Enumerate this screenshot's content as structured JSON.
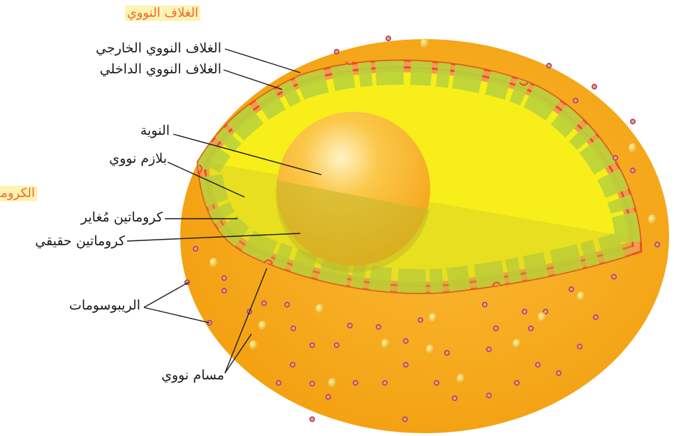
{
  "headers": {
    "envelope": "الغلاف النووي",
    "chromatin": "الكروماتين"
  },
  "labels": {
    "outer_envelope": "الغلاف النووي الخارجي",
    "inner_envelope": "الغلاف النووي الداخلي",
    "nucleolus": "النوية",
    "nucleoplasm": "بلازم نووي",
    "heterochromatin": "كروماتين مُغاير",
    "euchromatin": "كروماتين حقيقي",
    "ribosomes": "الريبوسومات",
    "nuclear_pore": "مسام نووي"
  },
  "colors": {
    "cytoplasm": "#f6a81a",
    "envelope_orange": "#ee5a1f",
    "envelope_rim": "#f39a54",
    "nucleus_yellow": "#f7ee1a",
    "chromatin_green": "#b9d33a",
    "nucleolus": "#f8b21c",
    "ribosome": "#b0468c",
    "header_text": "#ee6a2a",
    "header_bg": "#fdf3b3"
  }
}
